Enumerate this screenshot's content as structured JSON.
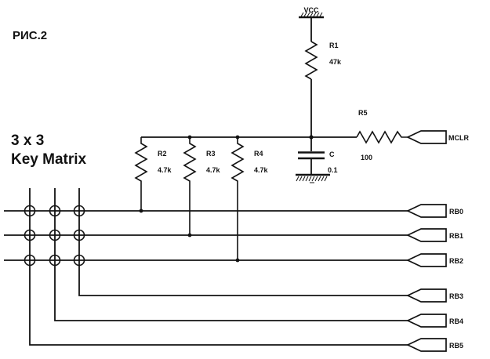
{
  "figure": {
    "title": "РИС.2",
    "matrix_caption_line1": "3 x 3",
    "matrix_caption_line2": "Key Matrix"
  },
  "power": {
    "vcc": "VCC"
  },
  "components": {
    "r1": {
      "ref": "R1",
      "value": "47k"
    },
    "r2": {
      "ref": "R2",
      "value": "4.7k"
    },
    "r3": {
      "ref": "R3",
      "value": "4.7k"
    },
    "r4": {
      "ref": "R4",
      "value": "4.7k"
    },
    "r5": {
      "ref": "R5",
      "value": "100"
    },
    "c1": {
      "ref": "C",
      "value": "0.1"
    }
  },
  "pins": {
    "mclr": "MCLR",
    "rb0": "RB0",
    "rb1": "RB1",
    "rb2": "RB2",
    "rb3": "RB3",
    "rb4": "RB4",
    "rb5": "RB5"
  },
  "colors": {
    "ink": "#121212",
    "background": "#ffffff"
  }
}
